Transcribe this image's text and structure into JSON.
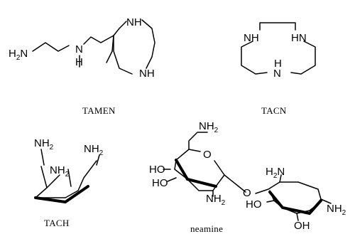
{
  "molecules": {
    "tamen": {
      "caption": "TAMEN",
      "h2n": "H",
      "h2n_sub": "2",
      "h2n_n": "N",
      "nh_a": "N",
      "nh_a_h": "H",
      "ring_nh_top": "NH",
      "ring_nh_bottom": "NH"
    },
    "tacn": {
      "caption": "TACN",
      "nh_left": "NH",
      "hn_right": "HN",
      "n_bottom": "N",
      "h_bottom": "H"
    },
    "tach": {
      "caption": "TACH",
      "nh2_a": "NH",
      "nh2_a_sub": "2",
      "nh2_b": "NH",
      "nh2_b_sub": "2",
      "nh2_c": "NH",
      "nh2_c_sub": "2"
    },
    "neamine": {
      "caption": "neamine",
      "nh2_top": "NH",
      "nh2_top_sub": "2",
      "o_ring": "O",
      "ho_1": "HO",
      "ho_2": "HO",
      "nh2_mid": "NH",
      "nh2_mid_sub": "2",
      "o_link": "O",
      "h2n_right": "H",
      "h2n_right_sub": "2",
      "h2n_right_n": "N",
      "ho_3": "HO",
      "oh": "OH",
      "nh2_end": "NH",
      "nh2_end_sub": "2"
    }
  }
}
